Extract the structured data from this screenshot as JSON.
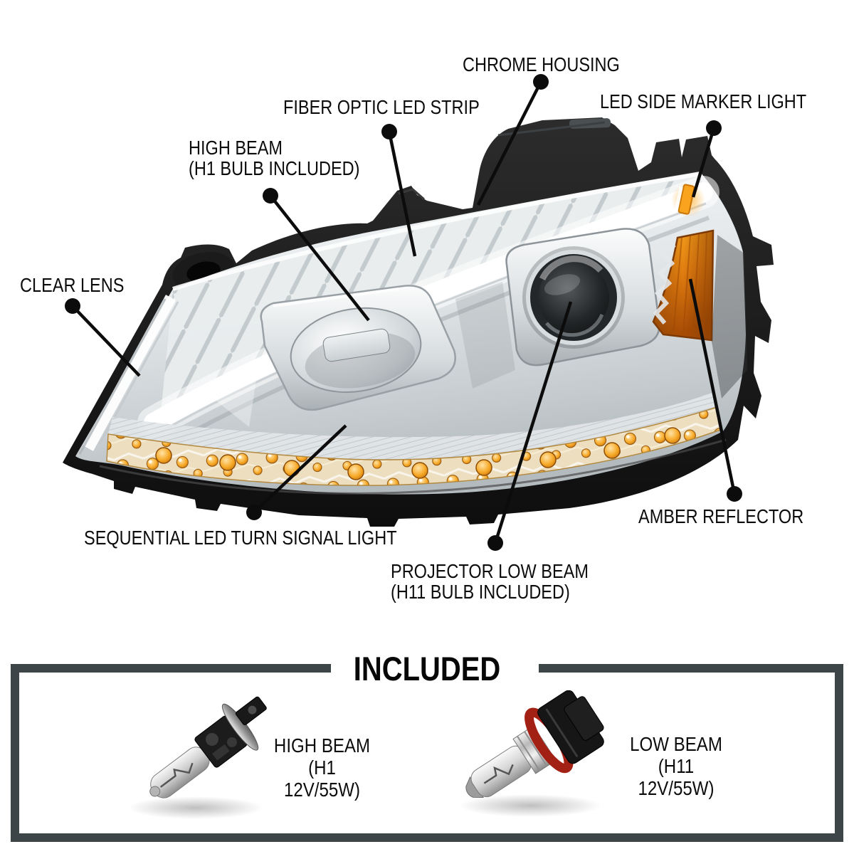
{
  "callouts": {
    "chrome_housing": {
      "label": "CHROME HOUSING"
    },
    "fiber_optic": {
      "label": "FIBER OPTIC LED STRIP"
    },
    "side_marker": {
      "label": "LED SIDE MARKER LIGHT"
    },
    "high_beam": {
      "line1": "HIGH BEAM",
      "line2": "(H1 BULB INCLUDED)"
    },
    "clear_lens": {
      "label": "CLEAR LENS"
    },
    "sequential": {
      "label": "SEQUENTIAL LED TURN SIGNAL LIGHT"
    },
    "projector": {
      "line1": "PROJECTOR LOW BEAM",
      "line2": "(H11 BULB INCLUDED)"
    },
    "amber_reflector": {
      "label": "AMBER REFLECTOR"
    }
  },
  "included": {
    "title": "INCLUDED",
    "high_beam_bulb": {
      "line1": "HIGH BEAM",
      "line2": "(H1 12V/55W)"
    },
    "low_beam_bulb": {
      "line1": "LOW BEAM",
      "line2": "(H11 12V/55W)"
    }
  },
  "colors": {
    "amber": "#e8860f",
    "frame": "#3e4549",
    "label_text": "#0c0c0c",
    "callout_line": "#0c0c0c"
  }
}
